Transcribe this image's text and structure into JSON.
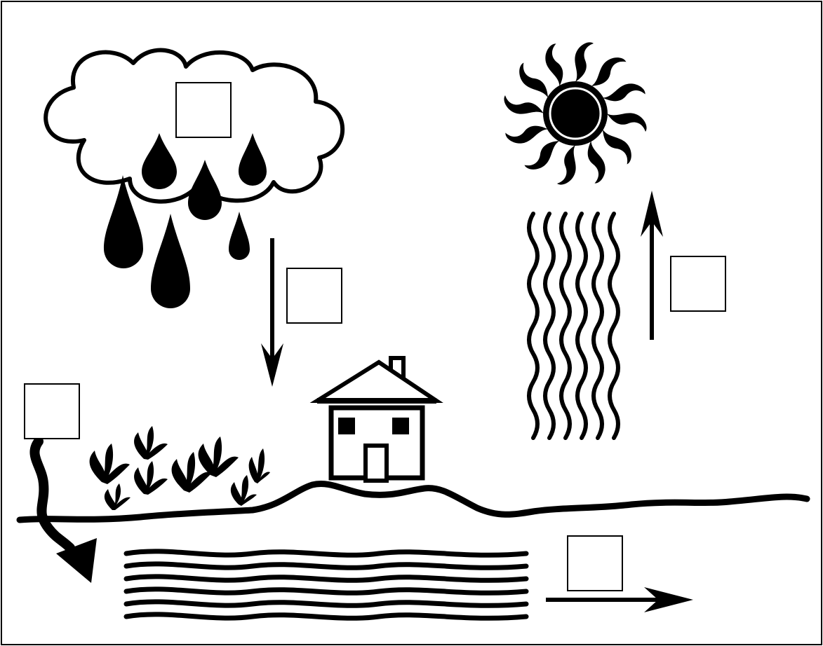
{
  "diagram": {
    "type": "water-cycle",
    "elements": [
      "cloud",
      "raindrops",
      "sun",
      "heat-waves",
      "house",
      "plants",
      "ground-line",
      "groundwater-layers"
    ],
    "colors": {
      "ink": "#000000",
      "paper": "#ffffff"
    }
  },
  "label_boxes": {
    "cloud_box": "",
    "precipitation_box": "",
    "evaporation_box": "",
    "infiltration_box": "",
    "groundwater_box": ""
  }
}
